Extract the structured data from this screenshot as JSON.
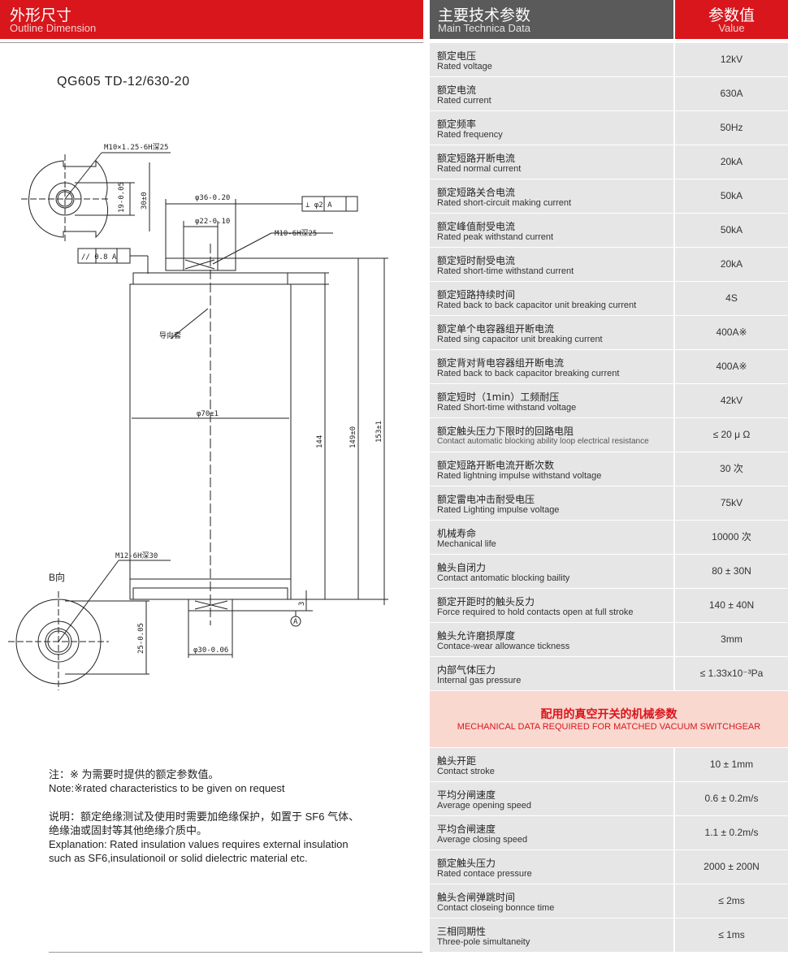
{
  "header_left": {
    "zh": "外形尺寸",
    "en": "Outline Dimension"
  },
  "header_right": {
    "zh": "主要技术参数",
    "en": "Main Technica Data",
    "value_zh": "参数值",
    "value_en": "Value"
  },
  "model": "QG605  TD-12/630-20",
  "drawing": {
    "top_thread": "M10×1.25-6H深25",
    "dim_19": "19-0.05",
    "dim_30": "30±0",
    "dia36": "φ36-0.20",
    "dia22": "φ22-0.10",
    "tol_top": "⊥ φ2 A",
    "thread_m10": "M10-6H深25",
    "parallel": "// 0.8 A",
    "guide": "导向套",
    "dia70": "φ70±1",
    "h144": "144",
    "h149": "149±0",
    "h153": "153±1",
    "bottom_thread": "M12-6H深30",
    "view_b": "B向",
    "dim_25": "25-0.05",
    "dia30": "φ30-0.06",
    "dim_3": "3",
    "datum_a": "A"
  },
  "notes": {
    "zh1": "注：※ 为需要时提供的额定参数值。",
    "en1": "Note:※rated characteristics to be given on request",
    "zh2a": "说明：额定绝缘测试及使用时需要加绝缘保护，如置于 SF6 气体、",
    "zh2b": "绝缘油或固封等其他绝缘介质中。",
    "en2a": "Explanation: Rated insulation values requires external insulation",
    "en2b": "such as SF6,insulationoil or solid dielectric material etc."
  },
  "rows": [
    {
      "zh": "额定电压",
      "en": "Rated voltage",
      "value": "12kV"
    },
    {
      "zh": "额定电流",
      "en": "Rated current",
      "value": "630A"
    },
    {
      "zh": "额定频率",
      "en": "Rated frequency",
      "value": "50Hz"
    },
    {
      "zh": "额定短路开断电流",
      "en": "Rated normal current",
      "value": "20kA"
    },
    {
      "zh": "额定短路关合电流",
      "en": "Rated short-circuit making current",
      "value": "50kA"
    },
    {
      "zh": "额定峰值耐受电流",
      "en": "Rated peak withstand current",
      "value": "50kA"
    },
    {
      "zh": "额定短时耐受电流",
      "en": "Rated short-time withstand current",
      "value": "20kA"
    },
    {
      "zh": "额定短路持续时间",
      "en": "Rated back to back capacitor unit breaking current",
      "value": "4S"
    },
    {
      "zh": "额定单个电容器组开断电流",
      "en": "Rated sing capacitor unit breaking current",
      "value": "400A※"
    },
    {
      "zh": "额定背对背电容器组开断电流",
      "en": "Rated back to back capacitor breaking current",
      "value": "400A※"
    },
    {
      "zh": "额定短时（1min）工频耐压",
      "en": "Rated Short-time withstand voltage",
      "value": "42kV"
    },
    {
      "zh": "额定触头压力下限时的回路电阻",
      "en": "Contact automatic blocking ability loop electrical resistance",
      "value": "≤ 20 μ  Ω"
    },
    {
      "zh": "额定短路开断电流开断次数",
      "en": "Rated lightning impulse withstand voltage",
      "value": "30 次"
    },
    {
      "zh": "额定雷电冲击耐受电压",
      "en": "Rated Lighting impulse  voltage",
      "value": "75kV"
    },
    {
      "zh": "机械寿命",
      "en": "Mechanical life",
      "value": "10000 次"
    },
    {
      "zh": "触头自闭力",
      "en": "Contact antomatic blocking baility",
      "value": "80 ± 30N"
    },
    {
      "zh": "额定开距时的触头反力",
      "en": "Force required to hold contacts open at full stroke",
      "value": "140 ± 40N"
    },
    {
      "zh": "触头允许磨损厚度",
      "en": "Contace-wear allowance tickness",
      "value": "3mm"
    },
    {
      "zh": "内部气体压力",
      "en": "Internal gas pressure",
      "value": "≤ 1.33x10⁻³Pa"
    }
  ],
  "section": {
    "zh": "配用的真空开关的机械参数",
    "en": "MECHANICAL DATA REQUIRED FOR MATCHED VACUUM SWITCHGEAR"
  },
  "mech_rows": [
    {
      "zh": "触头开距",
      "en": "Contact stroke",
      "value": "10 ± 1mm"
    },
    {
      "zh": "平均分闸速度",
      "en": "Average opening speed",
      "value": "0.6 ± 0.2m/s"
    },
    {
      "zh": "平均合闸速度",
      "en": "Average closing speed",
      "value": "1.1 ± 0.2m/s"
    },
    {
      "zh": "额定触头压力",
      "en": "Rated contace pressure",
      "value": "2000  ± 200N"
    },
    {
      "zh": "触头合闸弹跳时间",
      "en": "Contact closeing bonnce time",
      "value": "≤ 2ms"
    },
    {
      "zh": "三相同期性",
      "en": "Three-pole simultaneity",
      "value": "≤ 1ms"
    }
  ]
}
